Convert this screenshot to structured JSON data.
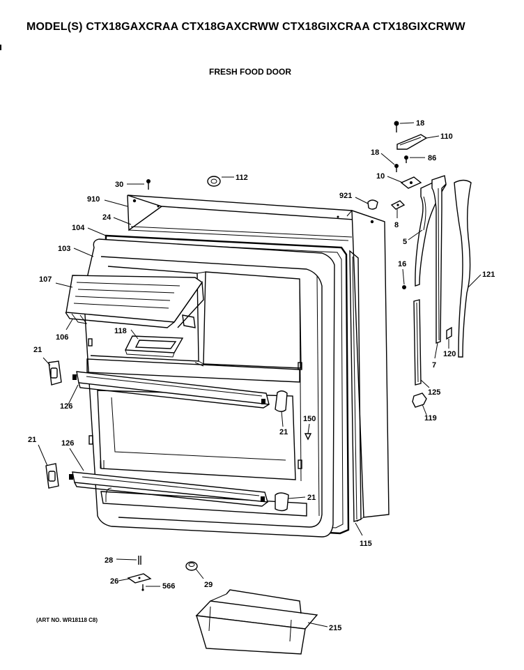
{
  "header": {
    "models": "MODEL(S) CTX18GAXCRAA  CTX18GAXCRWW  CTX18GIXCRAA  CTX18GIXCRWW",
    "section": "FRESH FOOD DOOR"
  },
  "footer": {
    "art_no": "(ART NO. WR18118 C8)"
  },
  "callouts": [
    {
      "id": "30",
      "text": "30"
    },
    {
      "id": "112",
      "text": "112"
    },
    {
      "id": "910",
      "text": "910"
    },
    {
      "id": "24",
      "text": "24"
    },
    {
      "id": "104",
      "text": "104"
    },
    {
      "id": "103",
      "text": "103"
    },
    {
      "id": "107",
      "text": "107"
    },
    {
      "id": "106",
      "text": "106"
    },
    {
      "id": "118",
      "text": "118"
    },
    {
      "id": "21a",
      "text": "21"
    },
    {
      "id": "126a",
      "text": "126"
    },
    {
      "id": "21b",
      "text": "21"
    },
    {
      "id": "126b",
      "text": "126"
    },
    {
      "id": "21c",
      "text": "21"
    },
    {
      "id": "21d",
      "text": "21"
    },
    {
      "id": "150",
      "text": "150"
    },
    {
      "id": "115",
      "text": "115"
    },
    {
      "id": "18a",
      "text": "18"
    },
    {
      "id": "110",
      "text": "110"
    },
    {
      "id": "18b",
      "text": "18"
    },
    {
      "id": "86",
      "text": "86"
    },
    {
      "id": "10",
      "text": "10"
    },
    {
      "id": "921",
      "text": "921"
    },
    {
      "id": "8",
      "text": "8"
    },
    {
      "id": "5",
      "text": "5"
    },
    {
      "id": "16",
      "text": "16"
    },
    {
      "id": "121",
      "text": "121"
    },
    {
      "id": "7",
      "text": "7"
    },
    {
      "id": "120",
      "text": "120"
    },
    {
      "id": "125",
      "text": "125"
    },
    {
      "id": "119",
      "text": "119"
    },
    {
      "id": "28",
      "text": "28"
    },
    {
      "id": "26",
      "text": "26"
    },
    {
      "id": "566",
      "text": "566"
    },
    {
      "id": "29",
      "text": "29"
    },
    {
      "id": "215",
      "text": "215"
    }
  ]
}
